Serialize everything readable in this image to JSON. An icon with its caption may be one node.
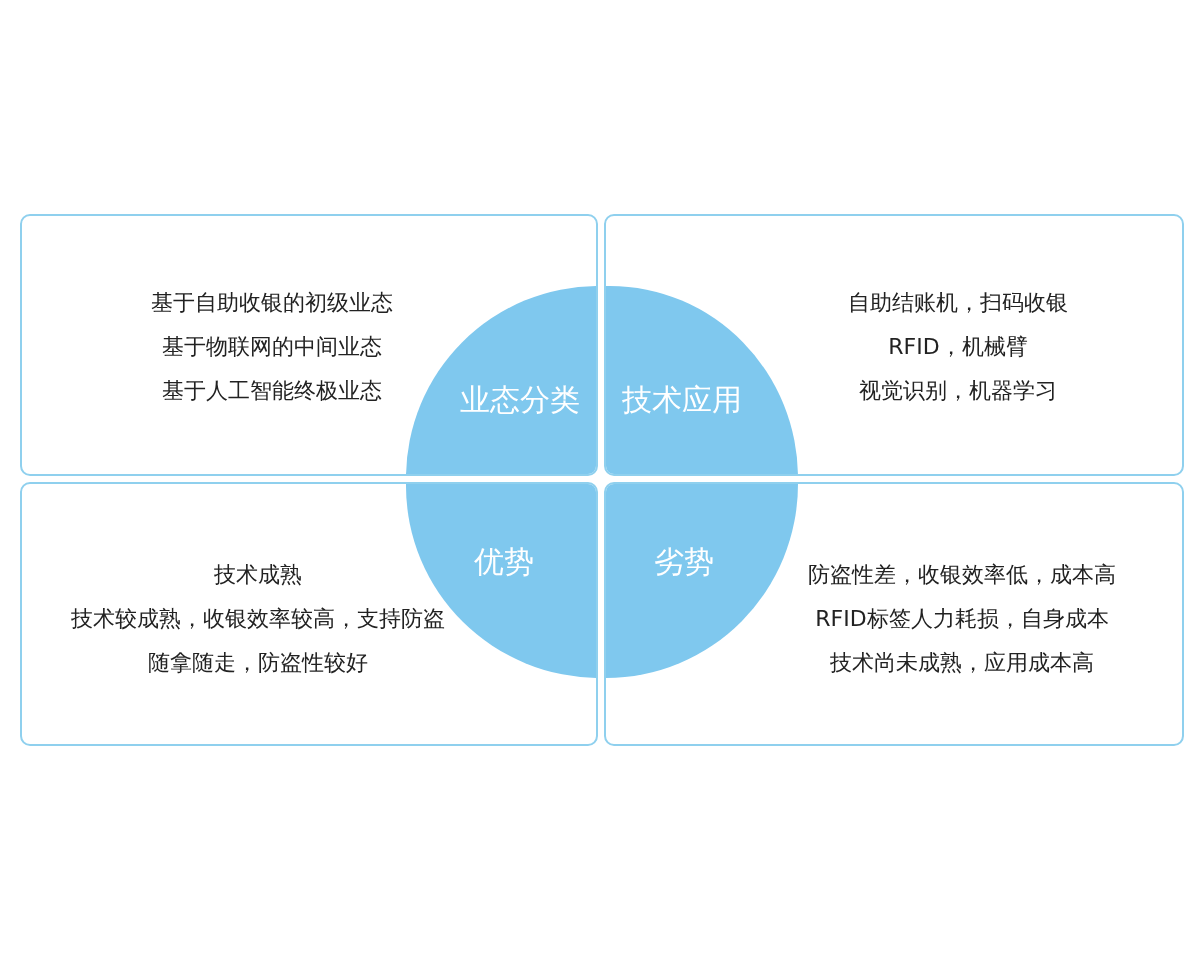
{
  "diagram": {
    "nodes": [
      {
        "text": [
          "业态分类",
          "基于自助收银的初级业态",
          "基于物联网的中间业态",
          "基于人工智能终极业态"
        ]
      },
      {
        "text": [
          "技术应用",
          "自助结账机，扫码收银",
          "RFID，机械臂",
          "视觉识别，机器学习"
        ]
      },
      {
        "text": [
          "优势",
          "技术成熟",
          "技术较成熟，收银效率较高，支持防盗",
          "随拿随走，防盗性较好"
        ]
      },
      {
        "text": [
          "劣势",
          "防盗性差，收银效率低，成本高",
          "RFID标签人力耗损，自身成本",
          "技术尚未成熟，应用成本高"
        ]
      }
    ]
  }
}
